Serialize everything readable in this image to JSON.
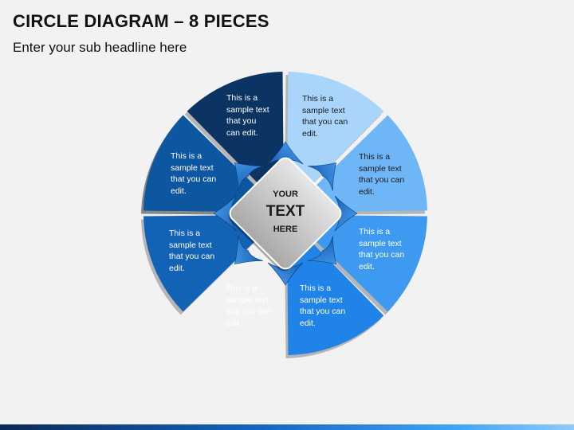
{
  "title": "CIRCLE DIAGRAM – 8 PIECES",
  "subtitle": "Enter your sub headline here",
  "hub": {
    "line1": "YOUR",
    "line2": "TEXT",
    "line3": "HERE"
  },
  "segments": [
    {
      "text": "This is a\nsample text\nthat you\ncan edit.",
      "color": "#0c3463"
    },
    {
      "text": "This is a\nsample text\nthat you can\nedit.",
      "color": "#a9d5fb"
    },
    {
      "text": "This is a\nsample text\nthat you can\nedit.",
      "color": "#0f4b86"
    },
    {
      "text": "This is a\nsample text\nthat you can\nedit.",
      "color": "#6fb6f7"
    },
    {
      "text": "This is a\nsample text\nthat you can\nedit.",
      "color": "#0d56a0"
    },
    {
      "text": "This is a\nsample text\nthat you can\nedit.",
      "color": "#3d9af0"
    },
    {
      "text": "This is a\nsample text\nthat you can\nedit.",
      "color": "#1262b5"
    },
    {
      "text": "This is a\nsample text\nthat you can\nedit.",
      "color": "#1f83e8"
    }
  ]
}
